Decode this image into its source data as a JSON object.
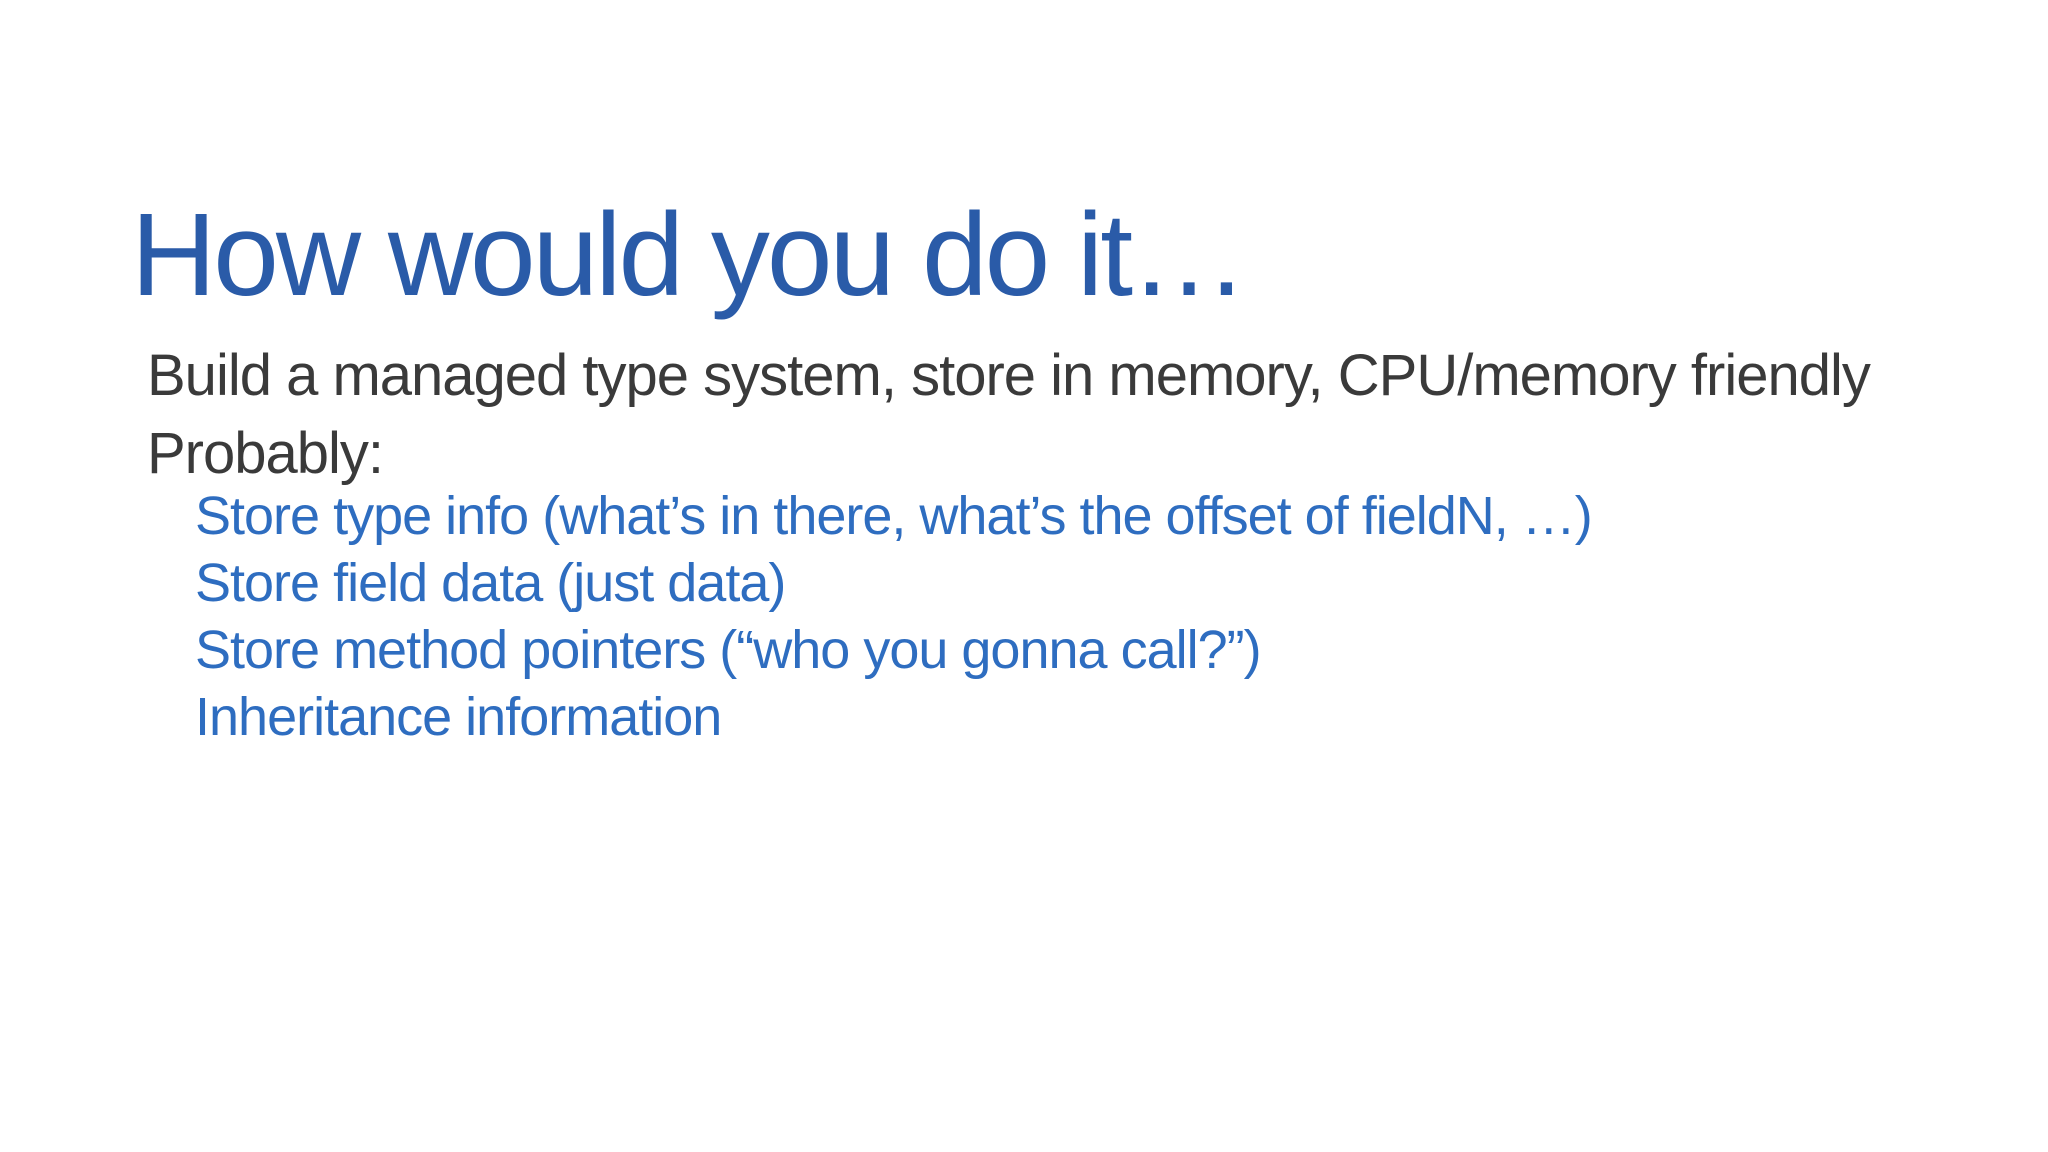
{
  "slide": {
    "title": "How would you do it…",
    "body": {
      "line1": "Build a managed type system, store in memory, CPU/memory friendly",
      "line2": "Probably:",
      "bullets": [
        "Store type info (what’s in there, what’s the offset of fieldN, …)",
        "Store field data (just data)",
        "Store method pointers (“who you gonna call?”)",
        "Inheritance information"
      ]
    },
    "colors": {
      "background": "#ffffff",
      "title_blue": "#2a5ba8",
      "bullet_blue": "#2e6dc0",
      "body_gray": "#3a3a3a"
    }
  }
}
